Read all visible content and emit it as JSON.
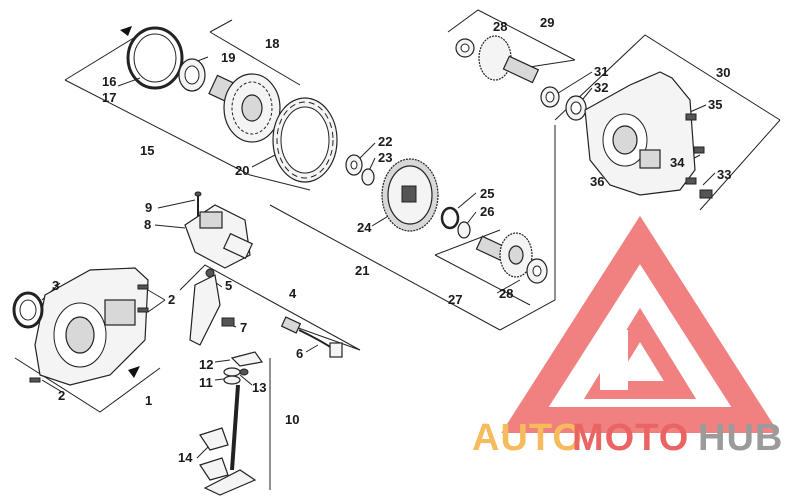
{
  "labels": {
    "p1": "1",
    "p2a": "2",
    "p2b": "2",
    "p3": "3",
    "p4": "4",
    "p5": "5",
    "p6": "6",
    "p7": "7",
    "p8": "8",
    "p9": "9",
    "p10": "10",
    "p11": "11",
    "p12": "12",
    "p13": "13",
    "p14": "14",
    "p15": "15",
    "p16": "16",
    "p17": "17",
    "p18": "18",
    "p19": "19",
    "p20": "20",
    "p21": "21",
    "p22": "22",
    "p23": "23",
    "p24": "24",
    "p25": "25",
    "p26": "26",
    "p27": "27",
    "p28a": "28",
    "p28b": "28",
    "p29": "29",
    "p30": "30",
    "p31": "31",
    "p32": "32",
    "p33": "33",
    "p34": "34",
    "p35": "35",
    "p36": "36"
  },
  "watermark": {
    "part1": "AUTO",
    "part2": "MOTO",
    "part3": "HUB",
    "color_orange": "#f5b041",
    "color_red": "#e84a4a",
    "color_gray": "#8a8a8a"
  }
}
